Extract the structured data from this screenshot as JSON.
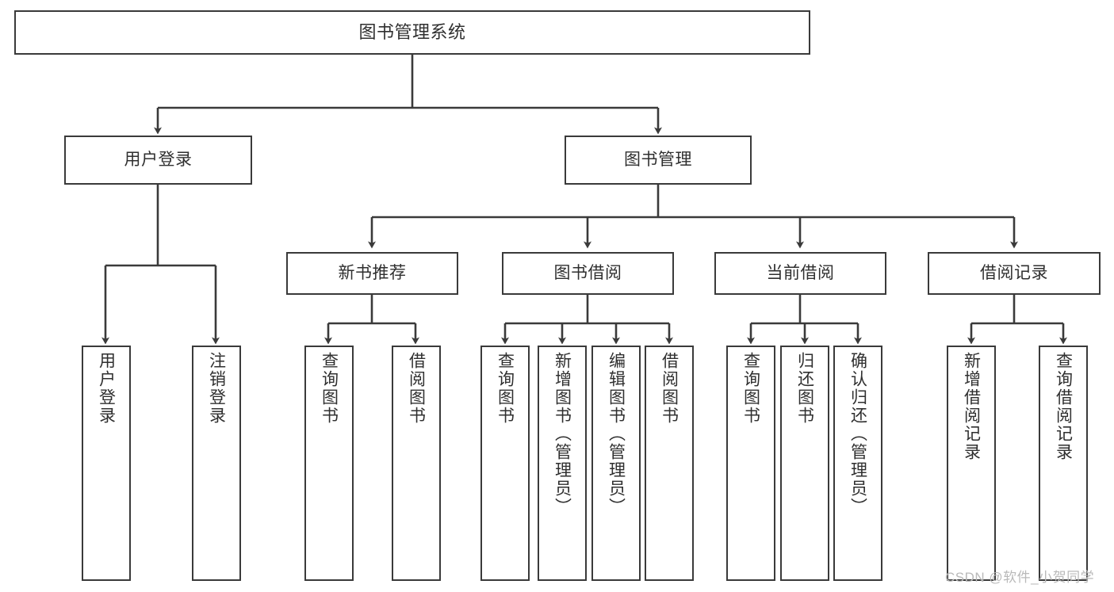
{
  "diagram": {
    "type": "tree-hierarchy-chart",
    "title": "图书管理系统",
    "stroke_color": "#3a3a3a",
    "text_color": "#2f2f2f",
    "background": "#ffffff"
  },
  "nodes": {
    "root": {
      "label": "图书管理系统"
    },
    "level2": [
      {
        "label": "用户登录"
      },
      {
        "label": "图书管理"
      }
    ],
    "level3": [
      {
        "label": "新书推荐"
      },
      {
        "label": "图书借阅"
      },
      {
        "label": "当前借阅"
      },
      {
        "label": "借阅记录"
      }
    ],
    "leaves_user_login": [
      {
        "label": "用户登录"
      },
      {
        "label": "注销登录"
      }
    ],
    "leaves_new_book": [
      {
        "label": "查询图书"
      },
      {
        "label": "借阅图书"
      }
    ],
    "leaves_borrow": [
      {
        "label": "查询图书"
      },
      {
        "label": "新增图书（管理员）"
      },
      {
        "label": "编辑图书（管理员）"
      },
      {
        "label": "借阅图书"
      }
    ],
    "leaves_current": [
      {
        "label": "查询图书"
      },
      {
        "label": "归还图书"
      },
      {
        "label": "确认归还（管理员）"
      }
    ],
    "leaves_records": [
      {
        "label": "新增借阅记录"
      },
      {
        "label": "查询借阅记录"
      }
    ]
  },
  "watermark": {
    "text": "CSDN @软件_小贺同学"
  }
}
